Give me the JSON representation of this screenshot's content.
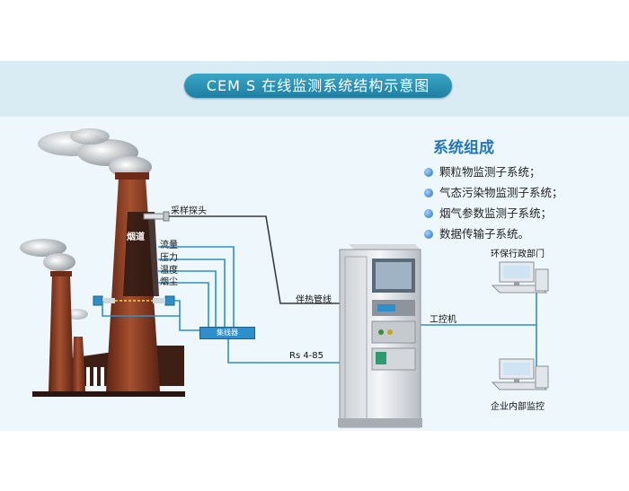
{
  "title": "CEM S 在线监测系统结构示意图",
  "composition": {
    "heading": "系统组成",
    "items": [
      "颗粒物监测子系统；",
      "气态污染物监测子系统；",
      "烟气参数监测子系统；",
      "数据传输子系统。"
    ]
  },
  "labels": {
    "probe": "采样探头",
    "flue": "烟道",
    "flow": "流量",
    "pressure": "压力",
    "temperature": "温度",
    "dust": "烟尘",
    "collector": "集线器",
    "heat_trace": "伴热管线",
    "rs485": "Rs 4-85",
    "ipc": "工控机",
    "epa": "环保行政部门",
    "internal": "企业内部监控"
  },
  "colors": {
    "accent": "#2677b6",
    "line": "#2f8fca",
    "chimney": "#8a3a25",
    "header_band": "#d9ecf3"
  },
  "icons": [
    "bullet-icon",
    "computer-icon"
  ]
}
